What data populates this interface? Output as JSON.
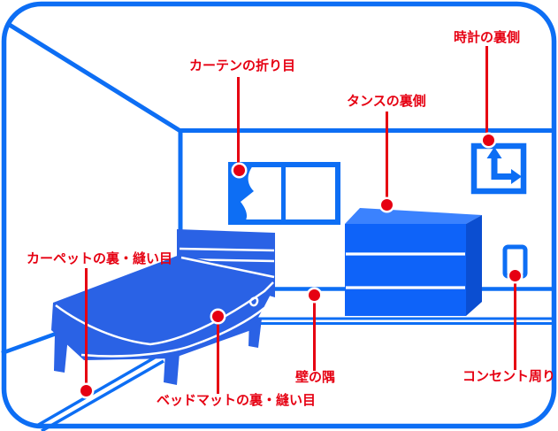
{
  "diagram": {
    "callouts": [
      {
        "label": "カーテンの折り目",
        "target": "curtain-fold"
      },
      {
        "label": "時計の裏側",
        "target": "behind-clock"
      },
      {
        "label": "タンスの裏側",
        "target": "behind-dresser"
      },
      {
        "label": "カーペットの裏・縫い目",
        "target": "carpet-back-seam"
      },
      {
        "label": "ベッドマットの裏・縫い目",
        "target": "bed-mat-back-seam"
      },
      {
        "label": "壁の隅",
        "target": "wall-corner"
      },
      {
        "label": "コンセント周り",
        "target": "around-outlet"
      }
    ],
    "room_objects": [
      "room-outline",
      "window",
      "curtain",
      "wall-clock",
      "dresser",
      "bed",
      "power-outlet",
      "carpet"
    ],
    "colors": {
      "line_blue": "#0d6ef4",
      "bed_blue": "#2a62e5",
      "dresser_front_blue": "#0e63f9",
      "dresser_top_blue": "#3b82fe",
      "dresser_side_blue": "#0b4ed1",
      "callout_red": "#e60012",
      "background": "#ffffff"
    }
  }
}
